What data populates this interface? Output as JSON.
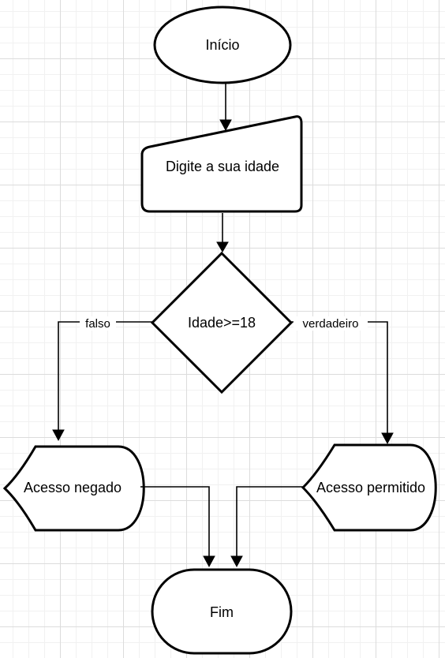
{
  "diagram": {
    "nodes": {
      "start": {
        "label": "Início"
      },
      "input": {
        "label": "Digite a sua idade"
      },
      "decision": {
        "label": "Idade>=18"
      },
      "denied": {
        "label": "Acesso negado"
      },
      "allowed": {
        "label": "Acesso permitido"
      },
      "end": {
        "label": "Fim"
      }
    },
    "edges": {
      "false_branch": {
        "label": "falso"
      },
      "true_branch": {
        "label": "verdadeiro"
      }
    }
  }
}
